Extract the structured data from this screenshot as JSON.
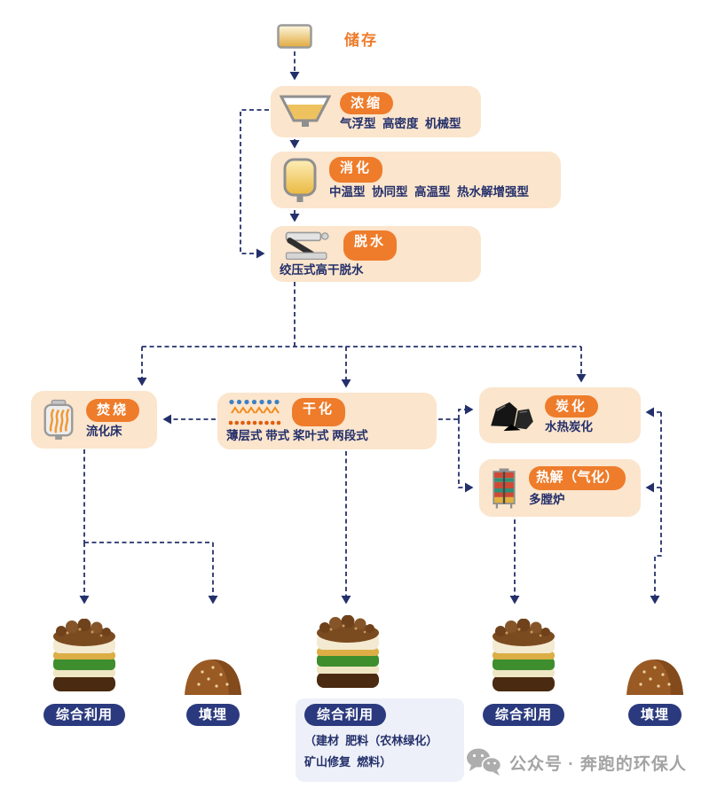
{
  "colors": {
    "accent": "#ee7c2b",
    "navy": "#24306b",
    "node-bg": "#fbe5cc",
    "badge-navy": "#2b3a7e",
    "note-bg": "#edf0f8",
    "watermark-gray": "#a3a3a3"
  },
  "flow": {
    "storage": {
      "label": "储存"
    },
    "thickening": {
      "label": "浓缩",
      "sub": "气浮型  高密度  机械型"
    },
    "digestion": {
      "label": "消化",
      "sub": "中温型  协同型  高温型  热水解增强型"
    },
    "dewatering": {
      "label": "脱水",
      "sub": "绞压式高干脱水"
    },
    "incineration": {
      "label": "焚烧",
      "sub": "流化床"
    },
    "drying": {
      "label": "干化",
      "sub": "薄层式 带式 桨叶式 两段式"
    },
    "carbonization": {
      "label": "炭化",
      "sub": "水热炭化"
    },
    "pyrolysis": {
      "label": "热解（气化）",
      "sub": "多膛炉"
    }
  },
  "outputs": {
    "reuse_left": {
      "label": "综合利用"
    },
    "landfill_left": {
      "label": "填埋"
    },
    "reuse_center": {
      "label": "综合利用",
      "note_line1": "（建材  肥料（农林绿化）",
      "note_line2": "矿山修复  燃料）"
    },
    "reuse_right": {
      "label": "综合利用"
    },
    "landfill_right": {
      "label": "填埋"
    }
  },
  "watermark": {
    "text": "公众号 · 奔跑的环保人"
  }
}
